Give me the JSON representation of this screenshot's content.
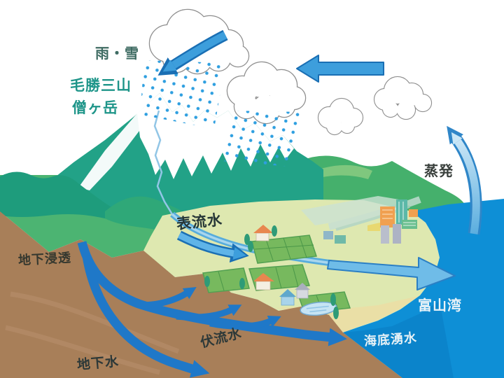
{
  "diagram": {
    "type": "water-cycle-illustration",
    "labels": {
      "rain_snow": "雨・雪",
      "mountains_line1": "毛勝三山",
      "mountains_line2": "僧ヶ岳",
      "evaporation": "蒸発",
      "surface_water": "表流水",
      "ground_infiltration": "地下浸透",
      "underflow_water": "伏流水",
      "groundwater": "地下水",
      "toyama_bay": "富山湾",
      "submarine_spring": "海底湧水"
    },
    "colors": {
      "sea": "#0E8FD6",
      "mountain_teal": "#22A287",
      "hill_green": "#45B06C",
      "plain": "#DEE8B0",
      "ground_brown": "#A87F59",
      "arrow_blue": "#3D9EDC",
      "arrow_outline": "#1A6FB4",
      "underground_arrow": "#1F78C8",
      "rain_dot": "#2E9FE0",
      "label_teal": "#1E9589",
      "label_dark": "#2C3838",
      "label_white": "#EAF3F8"
    }
  }
}
